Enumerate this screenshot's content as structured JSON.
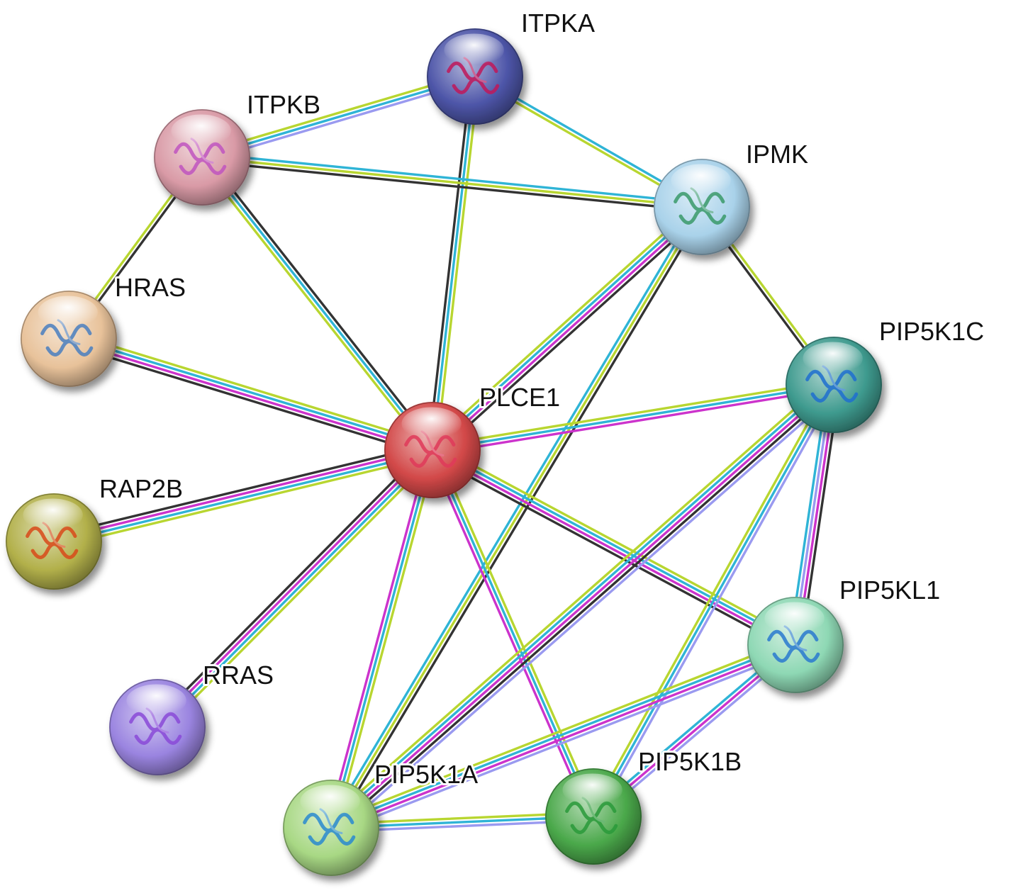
{
  "network": {
    "nodes": [
      {
        "id": "ITPKA",
        "label": "ITPKA",
        "color": "#4d55a8",
        "art": "#c0185a"
      },
      {
        "id": "ITPKB",
        "label": "ITPKB",
        "color": "#d99aa6",
        "art": "#c055c0"
      },
      {
        "id": "IPMK",
        "label": "IPMK",
        "color": "#a9d2ea",
        "art": "#3a9a6a"
      },
      {
        "id": "HRAS",
        "label": "HRAS",
        "color": "#e8c29a",
        "art": "#4a7fc0"
      },
      {
        "id": "PIP5K1C",
        "label": "PIP5K1C",
        "color": "#3e9a8e",
        "art": "#1f6fd0"
      },
      {
        "id": "PLCE1",
        "label": "PLCE1",
        "color": "#d24848",
        "art": "#e03a5a"
      },
      {
        "id": "RAP2B",
        "label": "RAP2B",
        "color": "#b2b04a",
        "art": "#d94a1a"
      },
      {
        "id": "PIP5KL1",
        "label": "PIP5KL1",
        "color": "#8ed8b4",
        "art": "#2a7ad0"
      },
      {
        "id": "RRAS",
        "label": "RRAS",
        "color": "#9a84e0",
        "art": "#8a4ad8"
      },
      {
        "id": "PIP5K1A",
        "label": "PIP5K1A",
        "color": "#a8d884",
        "art": "#2a8ad0"
      },
      {
        "id": "PIP5K1B",
        "label": "PIP5K1B",
        "color": "#4aa84a",
        "art": "#2a9a3a"
      }
    ],
    "edges": [
      {
        "a": "ITPKB",
        "b": "ITPKA",
        "types": [
          "#b8d630",
          "#2fb4d6",
          "#9a9af0"
        ]
      },
      {
        "a": "ITPKA",
        "b": "PLCE1",
        "types": [
          "#b8d630",
          "#2fb4d6",
          "#333333"
        ]
      },
      {
        "a": "ITPKA",
        "b": "IPMK",
        "types": [
          "#2fb4d6",
          "#b8d630"
        ]
      },
      {
        "a": "ITPKB",
        "b": "IPMK",
        "types": [
          "#2fb4d6",
          "#b8d630",
          "#333333"
        ]
      },
      {
        "a": "ITPKB",
        "b": "HRAS",
        "types": [
          "#333333",
          "#b8d630"
        ]
      },
      {
        "a": "ITPKB",
        "b": "PLCE1",
        "types": [
          "#333333",
          "#2fb4d6",
          "#b8d630"
        ]
      },
      {
        "a": "HRAS",
        "b": "PLCE1",
        "types": [
          "#b8d630",
          "#2fb4d6",
          "#cc33cc",
          "#333333"
        ]
      },
      {
        "a": "IPMK",
        "b": "PLCE1",
        "types": [
          "#333333",
          "#cc33cc",
          "#2fb4d6",
          "#b8d630"
        ]
      },
      {
        "a": "IPMK",
        "b": "PIP5K1C",
        "types": [
          "#b8d630",
          "#333333"
        ]
      },
      {
        "a": "IPMK",
        "b": "PIP5K1A",
        "types": [
          "#333333",
          "#b8d630",
          "#2fb4d6"
        ]
      },
      {
        "a": "RAP2B",
        "b": "PLCE1",
        "types": [
          "#333333",
          "#cc33cc",
          "#2fb4d6",
          "#b8d630"
        ]
      },
      {
        "a": "RRAS",
        "b": "PLCE1",
        "types": [
          "#333333",
          "#cc33cc",
          "#2fb4d6",
          "#b8d630"
        ]
      },
      {
        "a": "PIP5K1C",
        "b": "PLCE1",
        "types": [
          "#cc33cc",
          "#2fb4d6",
          "#b8d630"
        ]
      },
      {
        "a": "PIP5KL1",
        "b": "PLCE1",
        "types": [
          "#333333",
          "#cc33cc",
          "#2fb4d6",
          "#b8d630"
        ]
      },
      {
        "a": "PIP5K1A",
        "b": "PLCE1",
        "types": [
          "#cc33cc",
          "#2fb4d6",
          "#b8d630"
        ]
      },
      {
        "a": "PIP5K1B",
        "b": "PLCE1",
        "types": [
          "#cc33cc",
          "#2fb4d6",
          "#b8d630"
        ]
      },
      {
        "a": "PIP5K1C",
        "b": "PIP5KL1",
        "types": [
          "#333333",
          "#cc33cc",
          "#9a9af0",
          "#2fb4d6"
        ]
      },
      {
        "a": "PIP5K1C",
        "b": "PIP5K1A",
        "types": [
          "#9a9af0",
          "#333333",
          "#cc33cc",
          "#2fb4d6",
          "#b8d630"
        ]
      },
      {
        "a": "PIP5K1C",
        "b": "PIP5K1B",
        "types": [
          "#9a9af0",
          "#2fb4d6",
          "#b8d630"
        ]
      },
      {
        "a": "PIP5KL1",
        "b": "PIP5K1A",
        "types": [
          "#9a9af0",
          "#cc33cc",
          "#2fb4d6",
          "#b8d630"
        ]
      },
      {
        "a": "PIP5KL1",
        "b": "PIP5K1B",
        "types": [
          "#9a9af0",
          "#cc33cc",
          "#2fb4d6"
        ]
      },
      {
        "a": "PIP5K1A",
        "b": "PIP5K1B",
        "types": [
          "#b8d630",
          "#2fb4d6",
          "#9a9af0"
        ]
      }
    ]
  }
}
